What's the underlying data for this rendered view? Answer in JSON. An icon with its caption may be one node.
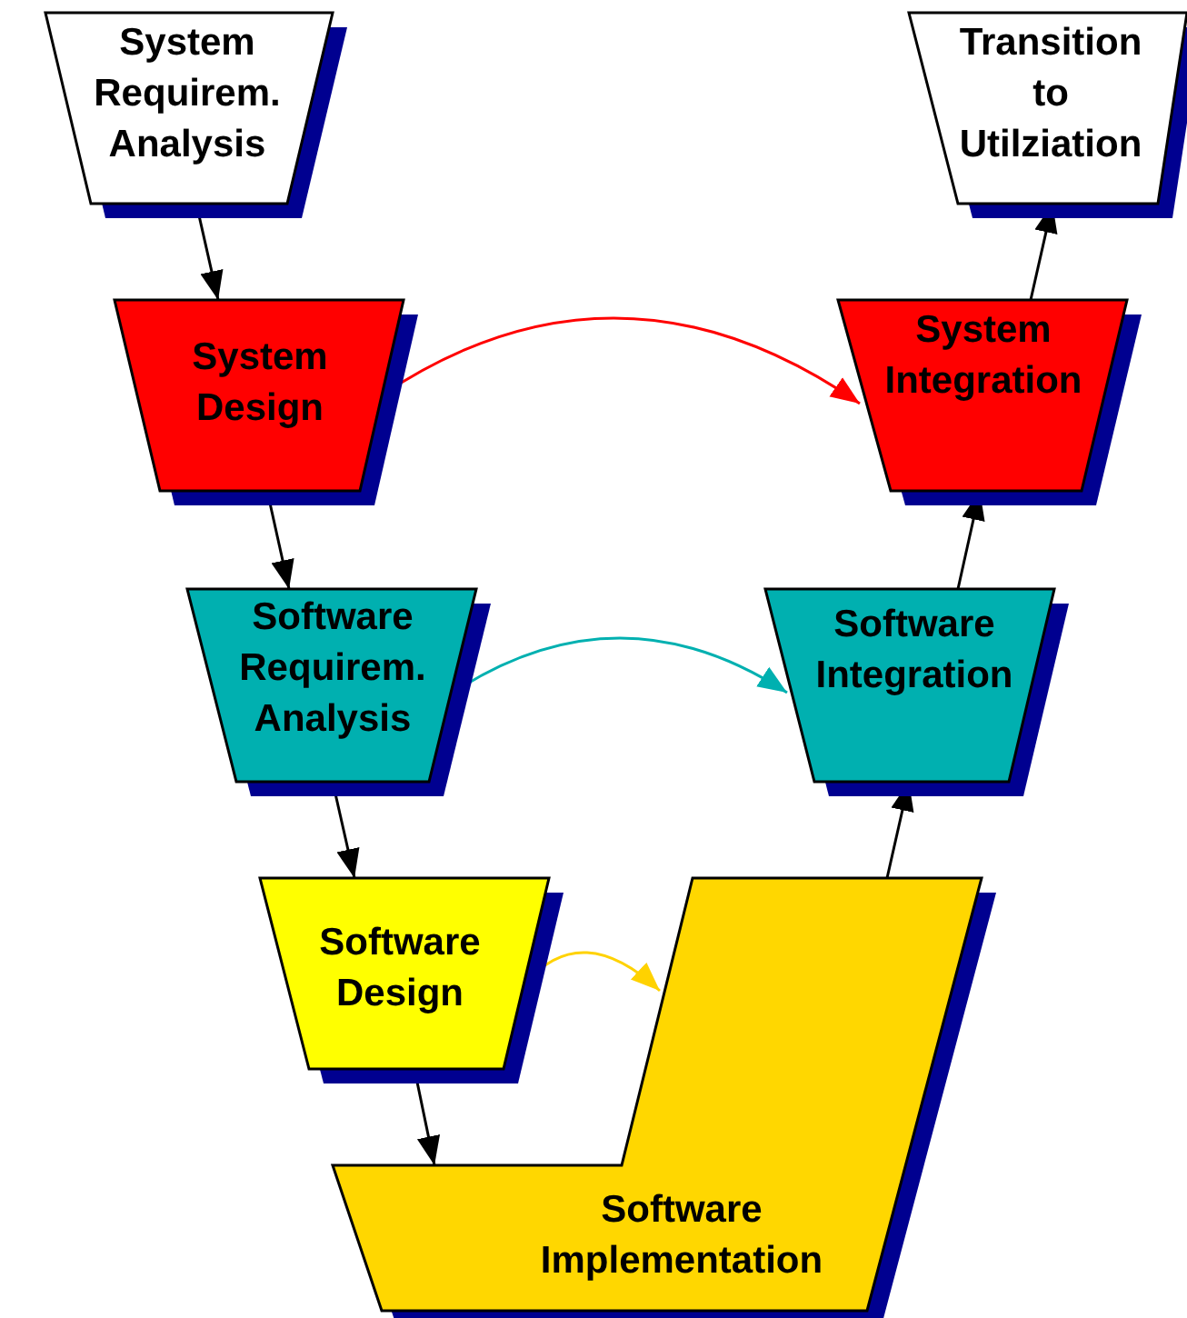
{
  "diagram": {
    "nodes": [
      {
        "text": [
          "System Requirem. Analysis"
        ]
      },
      {
        "text": [
          "Transition to Utilziation"
        ]
      },
      {
        "text": [
          "System Design"
        ]
      },
      {
        "text": [
          "System Integration"
        ]
      },
      {
        "text": [
          "Software Requirem. Analysis"
        ]
      },
      {
        "text": [
          "Software Integration"
        ]
      },
      {
        "text": [
          "Software Design"
        ]
      },
      {
        "text": [
          "Software Implementation"
        ]
      }
    ],
    "edges": [
      {
        "from": 0,
        "to": 2,
        "arrow": "to"
      },
      {
        "from": 2,
        "to": 4,
        "arrow": "to"
      },
      {
        "from": 4,
        "to": 6,
        "arrow": "to"
      },
      {
        "from": 6,
        "to": 7,
        "arrow": "to"
      },
      {
        "from": 7,
        "to": 5,
        "arrow": "to"
      },
      {
        "from": 5,
        "to": 3,
        "arrow": "to"
      },
      {
        "from": 3,
        "to": 1,
        "arrow": "to"
      },
      {
        "from": 2,
        "to": 3,
        "arrow": "to",
        "color": "#ff0000"
      },
      {
        "from": 4,
        "to": 5,
        "arrow": "to",
        "color": "#00b0b0"
      },
      {
        "from": 6,
        "to": 7,
        "arrow": "to",
        "color": "#ffd200"
      }
    ]
  }
}
